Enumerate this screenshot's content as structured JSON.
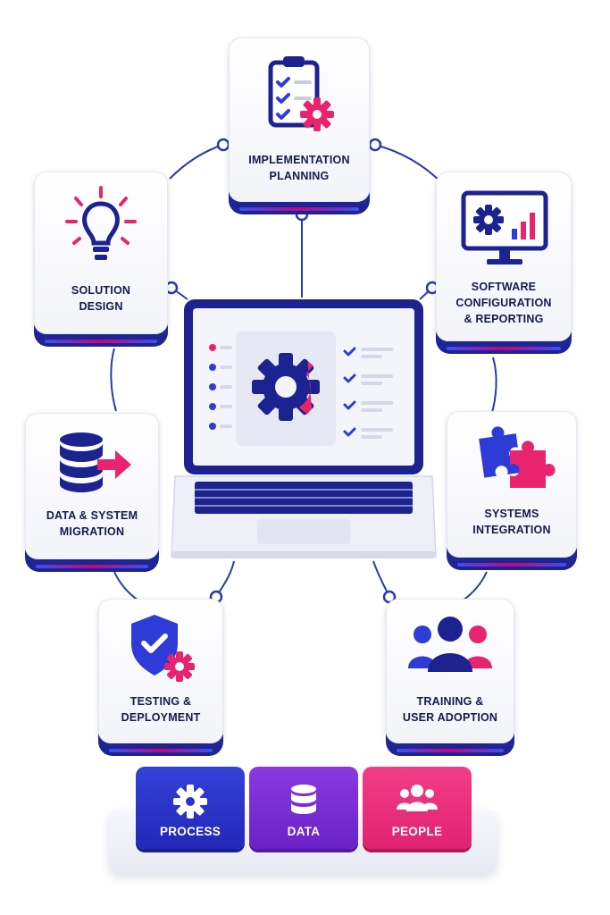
{
  "tiles": [
    {
      "id": "implementation-planning",
      "line1": "IMPLEMENTATION",
      "line2": "PLANNING",
      "icon": "clipboard-checklist-gear-icon"
    },
    {
      "id": "solution-design",
      "line1": "SOLUTION",
      "line2": "DESIGN",
      "icon": "lightbulb-icon"
    },
    {
      "id": "software-configuration",
      "line1": "SOFTWARE",
      "line2": "CONFIGURATION",
      "line3": "& REPORTING",
      "icon": "monitor-gear-chart-icon"
    },
    {
      "id": "data-migration",
      "line1": "DATA & SYSTEM",
      "line2": "MIGRATION",
      "icon": "database-arrow-icon"
    },
    {
      "id": "systems-integration",
      "line1": "SYSTEMS",
      "line2": "INTEGRATION",
      "icon": "puzzle-pieces-icon"
    },
    {
      "id": "testing-deployment",
      "line1": "TESTING &",
      "line2": "DEPLOYMENT",
      "icon": "shield-check-gear-icon"
    },
    {
      "id": "training-adoption",
      "line1": "TRAINING &",
      "line2": "USER ADOPTION",
      "icon": "people-group-icon"
    }
  ],
  "center": {
    "icon": "laptop-gear-icon"
  },
  "pillars": [
    {
      "label": "PROCESS",
      "icon": "gear-icon",
      "color": "#2a32c8"
    },
    {
      "label": "DATA",
      "icon": "database-icon",
      "color": "#7a2fd6"
    },
    {
      "label": "PEOPLE",
      "icon": "people-icon",
      "color": "#ee2c7e"
    }
  ],
  "colors": {
    "navy": "#1c2290",
    "blue": "#2e3bd6",
    "pink": "#e8246e",
    "line": "#2a3aa6"
  }
}
